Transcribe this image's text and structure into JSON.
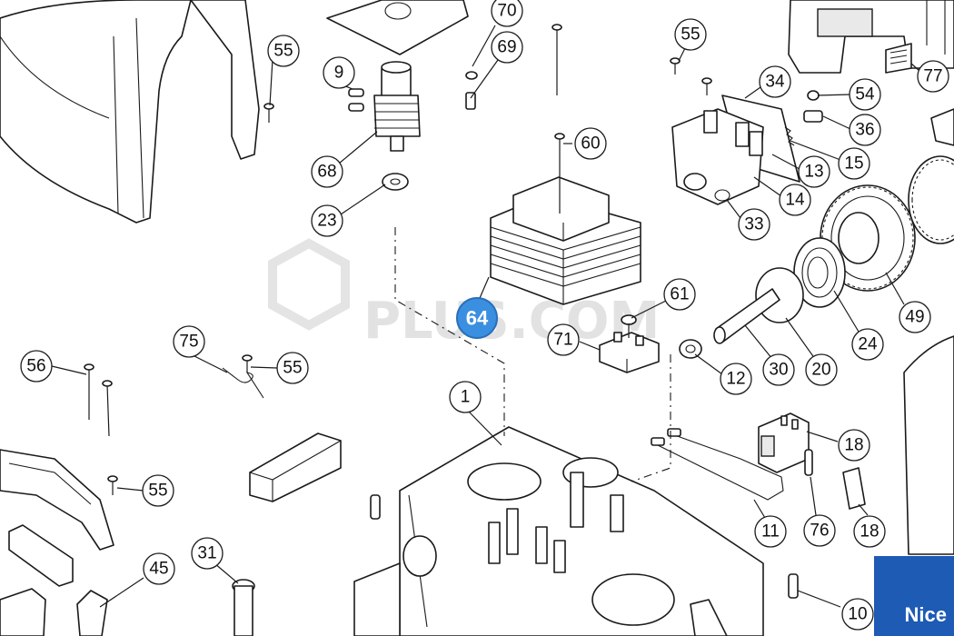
{
  "brand": {
    "logo_text": "Nice",
    "color": "#1d5bb5"
  },
  "watermark": {
    "text": "PLUS.COM"
  },
  "highlight": {
    "label": "64",
    "color": "#3b8fe0"
  },
  "callouts": [
    "70",
    "55",
    "69",
    "9",
    "68",
    "23",
    "60",
    "55",
    "34",
    "54",
    "36",
    "15",
    "13",
    "14",
    "33",
    "77",
    "61",
    "71",
    "12",
    "30",
    "20",
    "24",
    "49",
    "75",
    "56",
    "55",
    "55",
    "1",
    "18",
    "11",
    "76",
    "18",
    "31",
    "45",
    "10"
  ]
}
